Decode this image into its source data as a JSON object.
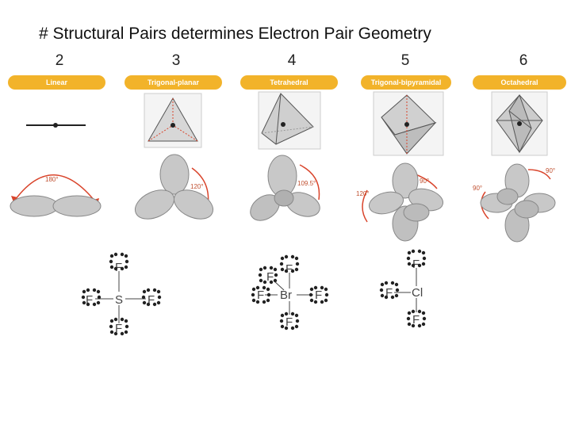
{
  "title": "# Structural Pairs determines Electron Pair Geometry",
  "columns": [
    {
      "number": "2",
      "label": "Linear",
      "angle": "180°"
    },
    {
      "number": "3",
      "label": "Trigonal-planar",
      "angle": "120°"
    },
    {
      "number": "4",
      "label": "Tetrahedral",
      "angle": "109.5°"
    },
    {
      "number": "5",
      "label": "Trigonal-bipyramidal",
      "angle_a": "90°",
      "angle_b": "120°"
    },
    {
      "number": "6",
      "label": "Octahedral",
      "angle_a": "90°",
      "angle_b": "90°"
    }
  ],
  "lewis": {
    "sf4": {
      "center": "S",
      "top": "F",
      "left": "F",
      "right": "F",
      "bottom": "F"
    },
    "brf5": {
      "center": "Br",
      "top": "F",
      "topleft": "F",
      "left": "F",
      "right": "F",
      "bottom": "F"
    },
    "clf3": {
      "center": "Cl",
      "top": "F",
      "left": "F",
      "bottom": "F"
    }
  },
  "colors": {
    "pill": "#f2b32a",
    "arrow": "#d9442b",
    "lobe": "#c8c8c8"
  }
}
